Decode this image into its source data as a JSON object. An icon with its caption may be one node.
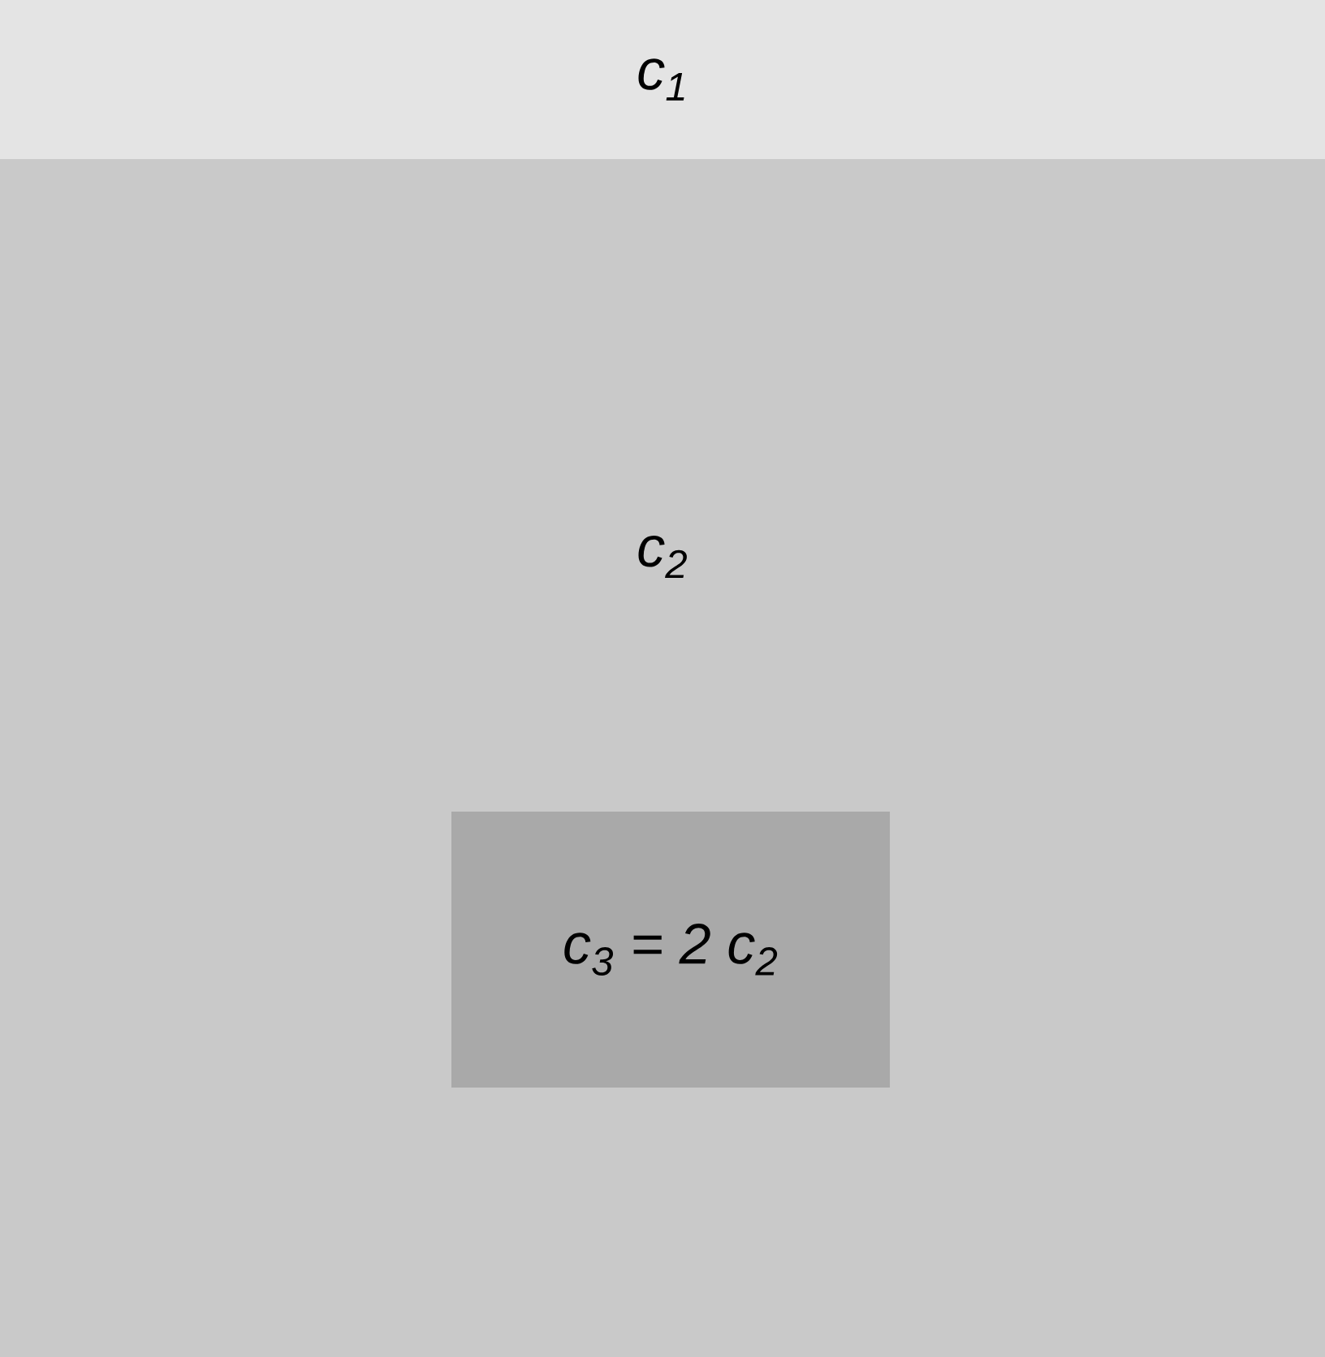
{
  "diagram": {
    "nodes": [
      {
        "text": [
          "c$_{1}$"
        ]
      },
      {
        "text": [
          "c$_{2}$"
        ]
      },
      {
        "text": [
          "c$_{3}$ = 2 c$_{2}$"
        ],
        "in": 1
      }
    ]
  }
}
